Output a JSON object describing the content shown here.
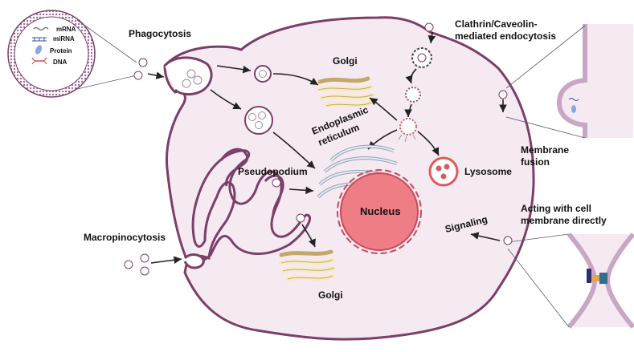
{
  "labels": {
    "phagocytosis": "Phagocytosis",
    "clathrin_line1": "Clathrin/Caveolin-",
    "clathrin_line2": "mediated endocytosis",
    "golgi_top": "Golgi",
    "golgi_bottom": "Golgi",
    "er_line1": "Endoplasmic",
    "er_line2": "reticulum",
    "pseudopodium": "Pseudopodium",
    "lysosome": "Lysosome",
    "nucleus": "Nucleus",
    "membrane_fusion_line1": "Membrane",
    "membrane_fusion_line2": "fusion",
    "acting_line1": "Acting with cell",
    "acting_line2": "membrane directly",
    "signaling": "Signaling",
    "macropinocytosis": "Macropinocytosis"
  },
  "legend": {
    "mrna": "mRNA",
    "mirna": "miRNA",
    "protein": "Protein",
    "dna": "DNA"
  },
  "colors": {
    "cell_fill": "#f5e9f2",
    "cell_stroke": "#7b3f68",
    "nucleus_fill": "#ef7d86",
    "golgi_fill": "#f7ebc5",
    "golgi_stroke": "#c4a869",
    "er_stroke": "#8f9fb4",
    "lysosome_fill": "#dc5a5a",
    "vesicle_stroke": "#7b3f68"
  }
}
